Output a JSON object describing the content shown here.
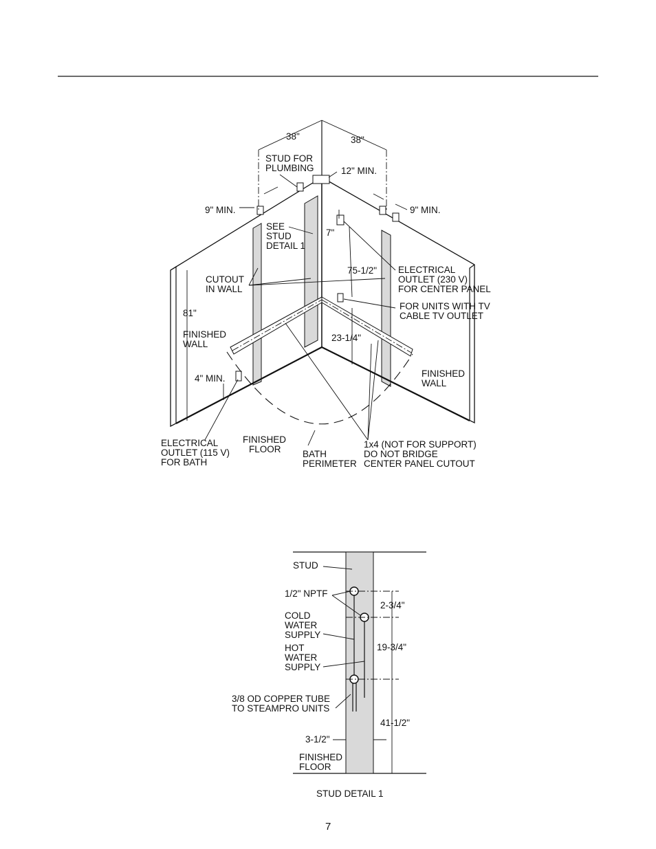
{
  "page_number": "7",
  "main_diagram": {
    "dims": {
      "width_left": "38\"",
      "width_right": "38\"",
      "gap_12": "12\" MIN.",
      "min_9_left": "9\" MIN.",
      "min_9_right": "9\" MIN.",
      "height_81": "81\"",
      "dim_7": "7\"",
      "dim_75": "75-1/2\"",
      "dim_23": "23-1/4\"",
      "min_4": "4\" MIN."
    },
    "labels": {
      "stud_plumbing": [
        "STUD FOR",
        "PLUMBING"
      ],
      "see_stud": [
        "SEE",
        "STUD",
        "DETAIL 1"
      ],
      "cutout": [
        "CUTOUT",
        "IN WALL"
      ],
      "finished_wall_left": [
        "FINISHED",
        "WALL"
      ],
      "finished_wall_right": [
        "FINISHED",
        "WALL"
      ],
      "outlet_230": [
        "ELECTRICAL",
        "OUTLET (230 V)",
        "FOR CENTER PANEL"
      ],
      "tv_outlet": [
        "FOR UNITS WITH TV",
        "CABLE TV OUTLET"
      ],
      "outlet_115": [
        "ELECTRICAL",
        "OUTLET (115 V)",
        "FOR BATH"
      ],
      "finished_floor": [
        "FINISHED",
        "FLOOR"
      ],
      "bath_perimeter": [
        "BATH",
        "PERIMETER"
      ],
      "one_by_four": [
        "1x4 (NOT FOR SUPPORT)",
        "DO NOT BRIDGE",
        "CENTER PANEL CUTOUT"
      ]
    }
  },
  "stud_detail": {
    "title": "STUD DETAIL 1",
    "labels": {
      "stud": "STUD",
      "nptf": "1/2\" NPTF",
      "cold": [
        "COLD",
        "WATER",
        "SUPPLY"
      ],
      "hot": [
        "HOT",
        "WATER",
        "SUPPLY"
      ],
      "copper": [
        "3/8 OD COPPER TUBE",
        "TO STEAMPRO UNITS"
      ],
      "dim_3_5": "3-1/2\"",
      "floor": [
        "FINISHED",
        "FLOOR"
      ]
    },
    "dims": {
      "d1": "2-3/4\"",
      "d2": "19-3/4\"",
      "d3": "41-1/2\""
    }
  }
}
